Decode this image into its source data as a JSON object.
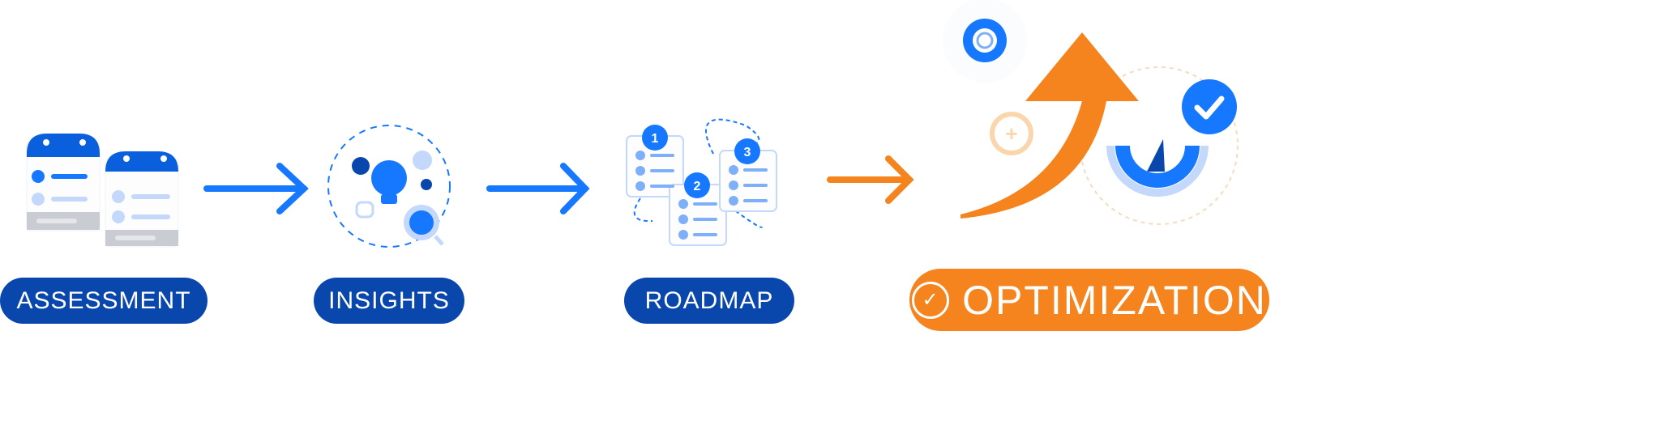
{
  "steps": [
    {
      "label": "ASSESSMENT"
    },
    {
      "label": "INSIGHTS"
    },
    {
      "label": "ROADMAP"
    },
    {
      "label": "OPTIMIZATION"
    }
  ],
  "roadmap_numbers": [
    "1",
    "2",
    "3"
  ],
  "colors": {
    "blue": "#1677ff",
    "dark_blue": "#0a47ad",
    "orange": "#f5841f",
    "light_blue": "#c3d8fb"
  }
}
